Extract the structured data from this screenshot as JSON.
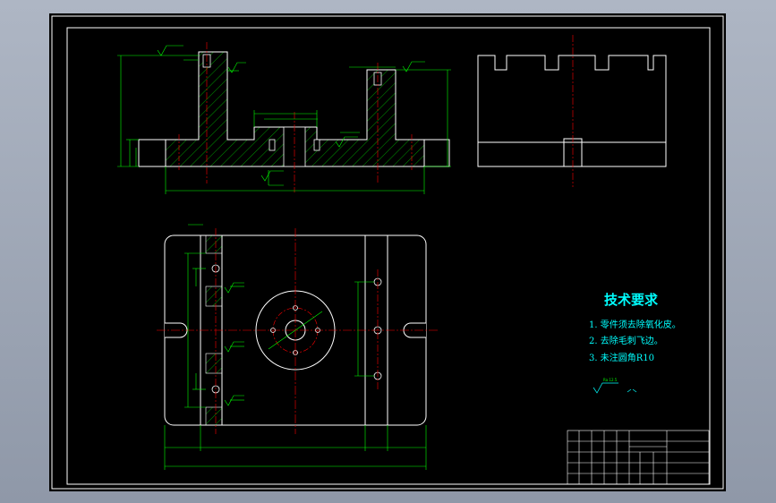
{
  "colors": {
    "background": "#000000",
    "outline": "#ffffff",
    "dimension": "#00ff00",
    "centerline": "#ff0000",
    "hatch": "#00ff00",
    "text": "#00ffff",
    "frame": "#ffffff"
  },
  "technical_requirements": {
    "title": "技术要求",
    "items": [
      "1. 零件须去除氧化皮。",
      "2. 去除毛刺飞边。",
      "3. 未注圆角R10"
    ]
  },
  "general_roughness": "Ra 12.5"
}
